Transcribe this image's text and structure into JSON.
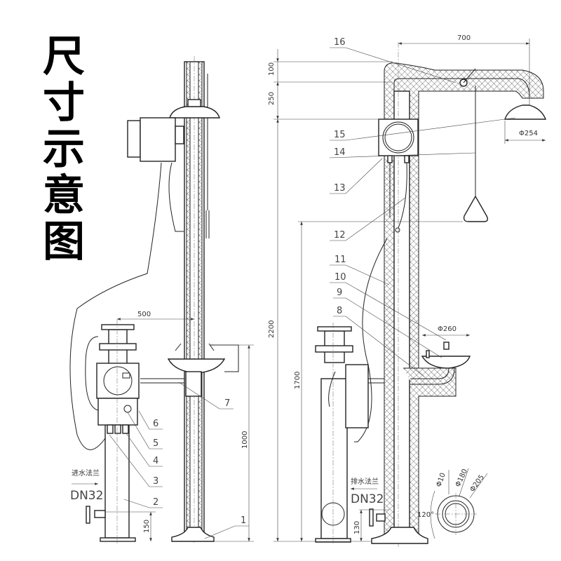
{
  "title_chars": [
    "尺",
    "寸",
    "示",
    "意",
    "图"
  ],
  "left_view": {
    "dims": {
      "width_500": "500",
      "height_1000": "1000",
      "inlet_150": "150"
    },
    "inlet_label": "进水法兰",
    "inlet_size": "DN32",
    "callouts": [
      "1",
      "2",
      "3",
      "4",
      "5",
      "6",
      "7"
    ]
  },
  "right_view": {
    "dims": {
      "arm_700": "700",
      "top_100": "100",
      "top_250": "250",
      "total_2200": "2200",
      "handle_1700": "1700",
      "head_dia": "Φ254",
      "bowl_dia": "Φ260",
      "drain_130": "130"
    },
    "drain_label": "排水法兰",
    "drain_size": "DN32",
    "callouts": [
      "16",
      "15",
      "14",
      "13",
      "12",
      "11",
      "10",
      "9",
      "8"
    ],
    "flange": {
      "hole": "Φ10",
      "pcd": "Φ180",
      "outer": "Φ205",
      "angle": "120°"
    }
  }
}
